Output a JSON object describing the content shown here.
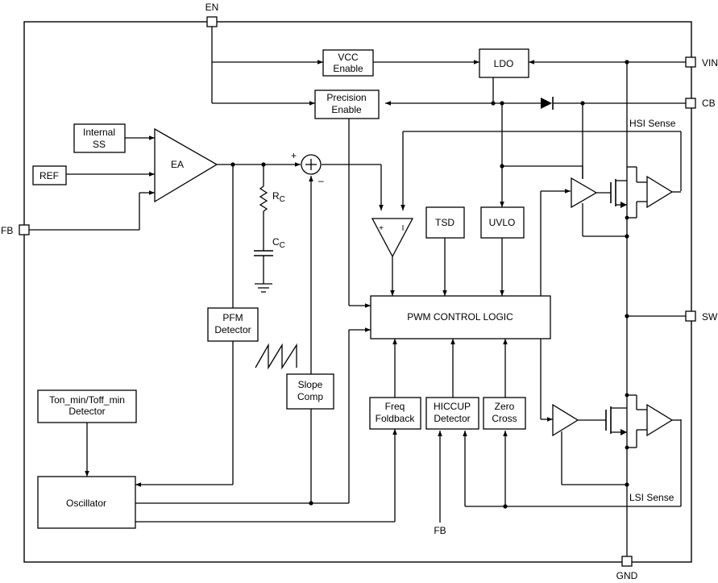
{
  "pins": {
    "en": "EN",
    "vin": "VIN",
    "cb": "CB",
    "fb_left": "FB",
    "sw": "SW",
    "gnd": "GND",
    "fb_bottom": "FB"
  },
  "blocks": {
    "vcc_enable": [
      "VCC",
      "Enable"
    ],
    "ldo": "LDO",
    "precision_enable": [
      "Precision",
      "Enable"
    ],
    "internal_ss": [
      "Internal",
      "SS"
    ],
    "ref": "REF",
    "ea": "EA",
    "tsd": "TSD",
    "uvlo": "UVLO",
    "pwm_control_logic": "PWM CONTROL LOGIC",
    "pfm_detector": [
      "PFM",
      "Detector"
    ],
    "slope_comp": [
      "Slope",
      "Comp"
    ],
    "ton_toff_detector": [
      "Ton_min/Toff_min",
      "Detector"
    ],
    "oscillator": "Oscillator",
    "freq_foldback": [
      "Freq",
      "Foldback"
    ],
    "hiccup_detector": [
      "HICCUP",
      "Detector"
    ],
    "zero_cross": [
      "Zero",
      "Cross"
    ]
  },
  "labels": {
    "hsi_sense": "HSI Sense",
    "lsi_sense": "LSI Sense",
    "rc_main": "R",
    "rc_sub": "C",
    "cc_main": "C",
    "cc_sub": "C",
    "sum_plus": "+",
    "sum_minus": "–",
    "comp_plus": "+",
    "comp_i": "I"
  }
}
